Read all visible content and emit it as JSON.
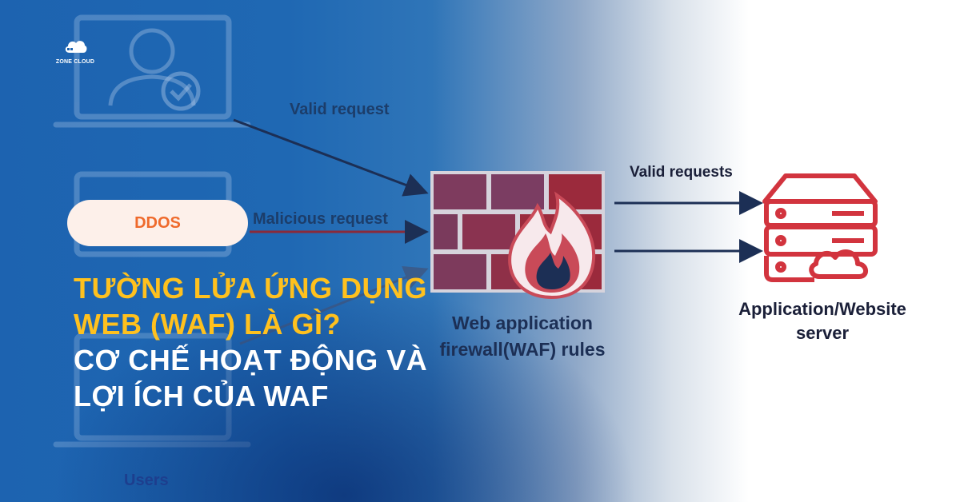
{
  "brand": {
    "logo_text": "ZONE CLOUD"
  },
  "badge": {
    "label": "DDOS"
  },
  "headline": {
    "line1": "Tường lửa ứng dụng",
    "line2": "web (WAF) là gì?",
    "line3": "Cơ chế hoạt động và",
    "line4": "lợi ích của WAF"
  },
  "diagram": {
    "valid_request_label": "Valid request",
    "malicious_request_label": "Malicious request",
    "users_label": "Users",
    "firewall_label": "Web application firewall(WAF) rules",
    "valid_requests_label": "Valid requests",
    "server_label": "Application/Website server"
  },
  "colors": {
    "accent_yellow": "#ffc11e",
    "badge_orange": "#ef6a2c",
    "badge_bg": "#fdf0ea",
    "firewall_red": "#9b2a3c",
    "server_red": "#d2343e",
    "arrow_navy": "#1c2f55"
  }
}
